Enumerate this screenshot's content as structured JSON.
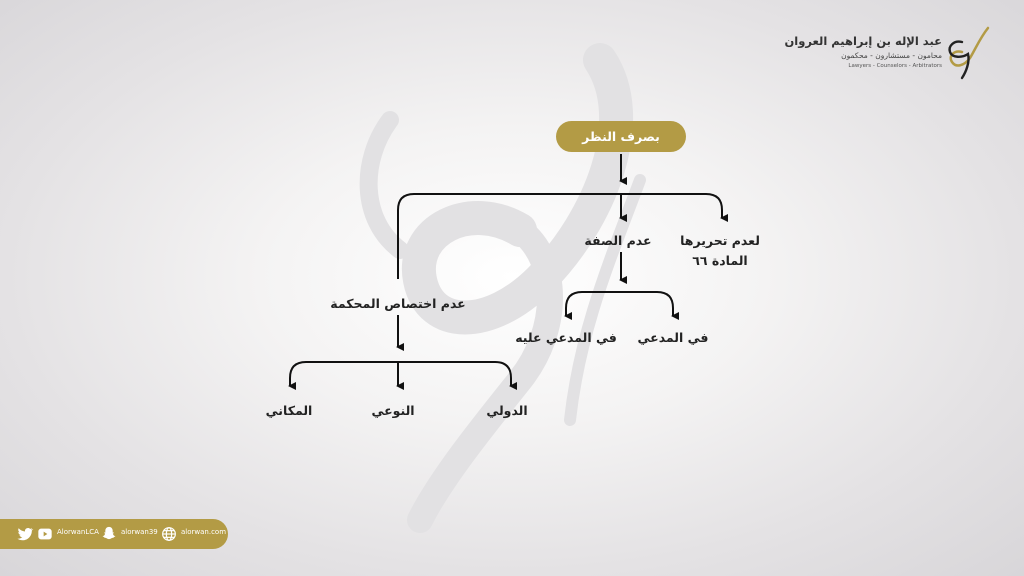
{
  "brand": {
    "name": "عبد الإله بن إبراهيم العروان",
    "subtitle": "محامون - مستشارون - محكمون",
    "english": "Lawyers - Counselors - Arbitrators",
    "color": "#b39b45"
  },
  "diagram": {
    "root": "بصرف النظر",
    "level1": {
      "reason_66": [
        "لعدم تحريرها",
        "المادة ٦٦"
      ],
      "lack_capacity": "عدم الصفة",
      "lack_jurisdiction": "عدم اختصاص المحكمة"
    },
    "capacity_children": {
      "plaintiff": "في المدعي",
      "defendant": "في المدعي عليه"
    },
    "jurisdiction_children": {
      "international": "الدولي",
      "qualitative": "النوعي",
      "spatial": "المكاني"
    }
  },
  "footer": {
    "social": "AlorwanLCA",
    "snapchat": "alorwan39",
    "website": "alorwan.com",
    "icons": [
      "twitter-icon",
      "youtube-icon",
      "snapchat-icon",
      "globe-icon"
    ]
  }
}
